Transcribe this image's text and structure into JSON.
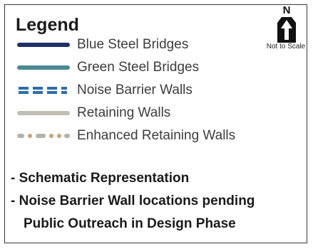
{
  "legend": {
    "title": "Legend",
    "items": [
      {
        "label": "Blue Steel Bridges",
        "style": "solid-line",
        "color": "#1f3167"
      },
      {
        "label": "Green Steel Bridges",
        "style": "solid-line",
        "color": "#4b8a92"
      },
      {
        "label": "Noise Barrier Walls",
        "style": "blocks",
        "color": "#2d6ea8"
      },
      {
        "label": "Retaining Walls",
        "style": "solid-line",
        "color": "#bfbfb8"
      },
      {
        "label": "Enhanced Retaining Walls",
        "style": "dash-dot",
        "color": "#b5b2a9",
        "accent": "#c9a27a"
      }
    ]
  },
  "north_arrow": {
    "letter": "N",
    "scale_note": "Not to Scale"
  },
  "notes": [
    "- Schematic Representation",
    "- Noise Barrier Wall locations pending",
    "Public Outreach in Design Phase"
  ]
}
